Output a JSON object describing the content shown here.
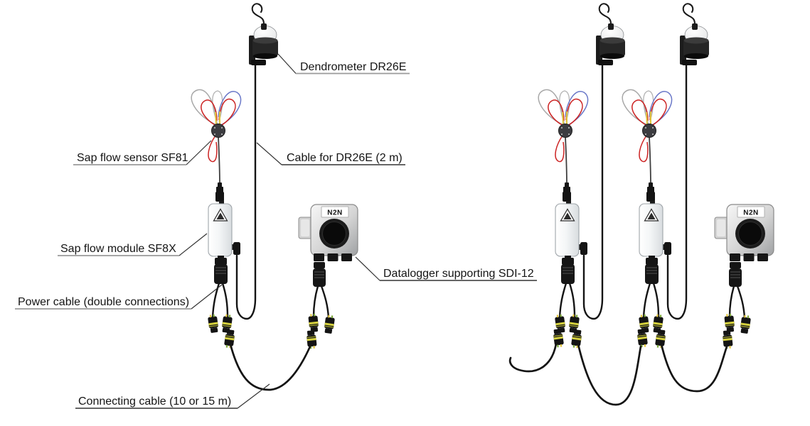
{
  "diagram": {
    "labels": {
      "dendrometer": "Dendrometer DR26E",
      "sap_flow_sensor": "Sap flow sensor SF81",
      "cable_dr26e": "Cable for DR26E (2 m)",
      "sap_flow_module": "Sap flow module SF8X",
      "datalogger": "Datalogger supporting SDI-12",
      "power_cable": "Power cable (double connections)",
      "connecting_cable": "Connecting cable (10 or 15 m)"
    },
    "device_markings": {
      "datalogger_badge": "N2N"
    },
    "colors": {
      "background": "#ffffff",
      "cable": "#141414",
      "wire_red": "#cc2222",
      "wire_blue": "#6a78c8",
      "wire_gray": "#a8a8a8",
      "wire_yellow": "#e2c63e",
      "connector_stripe": "#d6d23e"
    }
  }
}
